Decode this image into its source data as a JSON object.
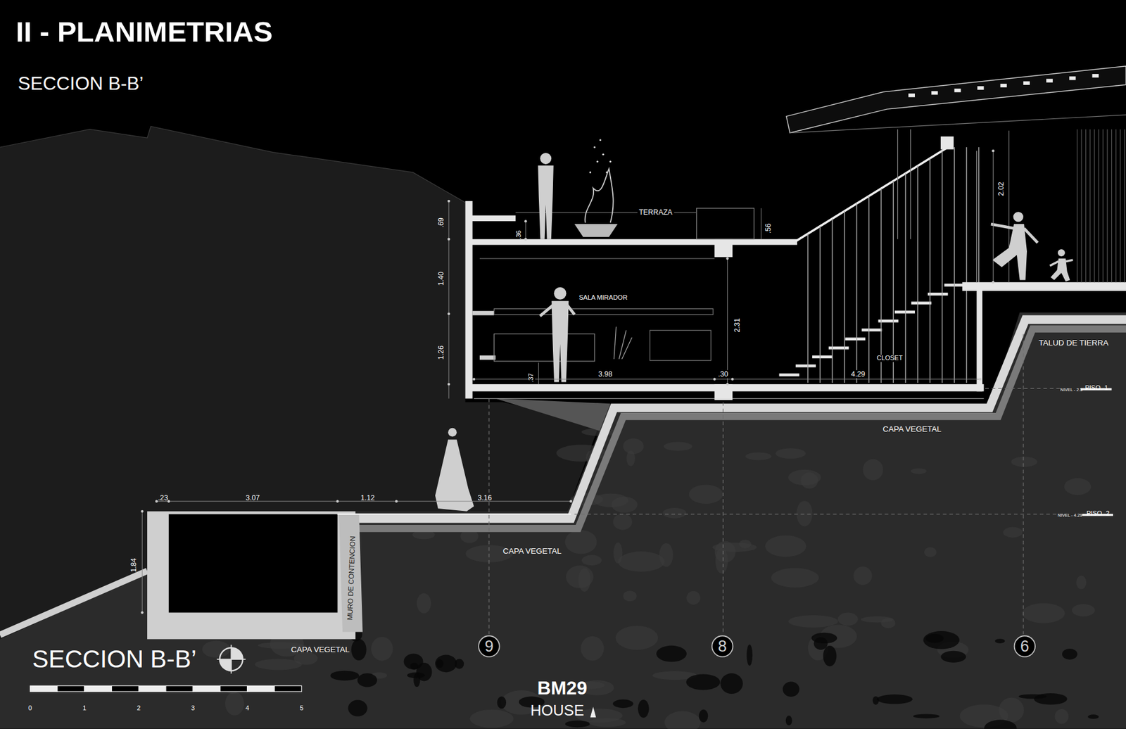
{
  "diagram": {
    "title": "II - PLANIMETRIAS",
    "caption": "SECCION B-B’",
    "nodes": [
      {
        "text": [
          "9"
        ]
      },
      {
        "text": [
          "8"
        ]
      },
      {
        "text": [
          "6"
        ]
      }
    ],
    "labels": [
      "SECCION B-B’",
      "TERRAZA",
      ".69",
      ".36",
      ".56",
      "2.02",
      "SALA MIRADOR",
      "1.40",
      "1.26",
      "2.31",
      ".37",
      "3.98",
      ".30",
      "4.29",
      "CLOSET",
      "TALUD DE TIERRA",
      "NIVEL - 2.5",
      "PISO -1",
      "CAPA VEGETAL",
      ".23",
      "3.07",
      "1.12",
      "3.16",
      "NIVEL - 4.29",
      "PISO -2",
      "1.84",
      "MURO DE CONTENCION",
      "CAPA VEGETAL",
      "CAPA VEGETAL",
      "0",
      "1",
      "2",
      "3",
      "4",
      "5",
      "BM29",
      "HOUSE"
    ]
  }
}
